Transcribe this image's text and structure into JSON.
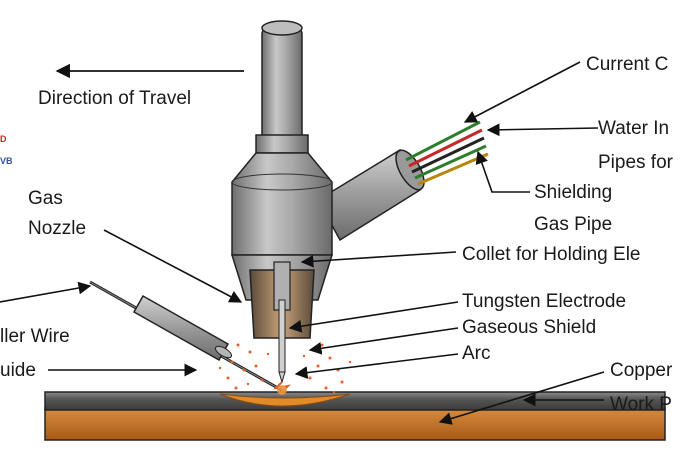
{
  "labels": {
    "direction_of_travel": "Direction of Travel",
    "current_c": "Current C",
    "water_in": "Water In",
    "pipes_for": "Pipes for",
    "shielding": "Shielding",
    "gas_pipe": "Gas Pipe",
    "gas": "Gas",
    "nozzle": "Nozzle",
    "collet": "Collet for Holding Ele",
    "tungsten_electrode": "Tungsten Electrode",
    "gaseous_shield": "Gaseous Shield",
    "arc": "Arc",
    "filler_wire": "ller Wire",
    "guide": "uide",
    "copper": "Copper",
    "work_p": "Work P"
  },
  "watermark": {
    "line1": "D",
    "line2": "VB"
  },
  "colors": {
    "metal_gray": "#8f8f8f",
    "copper": "#b86a1e",
    "work_plate": "#5a5a5a",
    "weld_pool": "#e08a2a",
    "sparks": "#e0602a",
    "watermark_red": "#d62020",
    "watermark_blue": "#3050b0"
  }
}
